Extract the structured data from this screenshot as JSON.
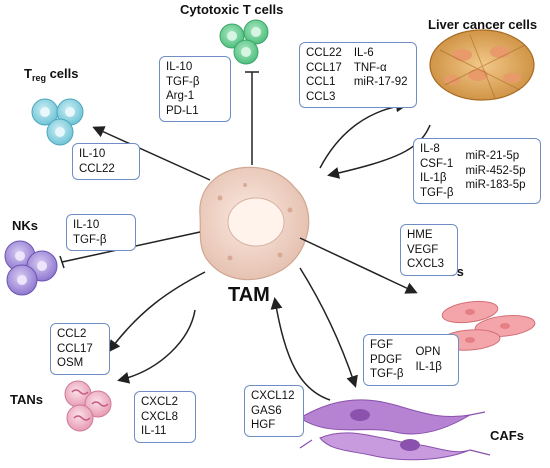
{
  "center": {
    "label": "TAM"
  },
  "populations": {
    "cytotoxic_t": "Cytotoxic T cells",
    "treg_main": "T",
    "treg_sub": "reg",
    "treg_suffix": " cells",
    "liver": "Liver cancer cells",
    "nks": "NKs",
    "lsecs": "LSECs",
    "tans": "TANs",
    "cafs": "CAFs"
  },
  "boxes": {
    "cytotoxic": [
      "IL-10",
      "TGF-β",
      "Arg-1",
      "PD-L1"
    ],
    "treg": [
      "IL-10",
      "CCL22"
    ],
    "liver_in": {
      "col1": [
        "CCL22",
        "CCL17",
        "CCL1",
        "CCL3"
      ],
      "col2": [
        "IL-6",
        "TNF-α",
        "miR-17-92"
      ]
    },
    "liver_out": {
      "col1": [
        "IL-8",
        "CSF-1",
        "IL-1β",
        "TGF-β"
      ],
      "col2": [
        "miR-21-5p",
        "miR-452-5p",
        "miR-183-5p"
      ]
    },
    "nk": [
      "IL-10",
      "TGF-β"
    ],
    "lsec": [
      "HME",
      "VEGF",
      "CXCL3"
    ],
    "tan_in": [
      "CCL2",
      "CCL17",
      "OSM"
    ],
    "tan_out": [
      "CXCL2",
      "CXCL8",
      "IL-11"
    ],
    "caf_out": {
      "col1": [
        "FGF",
        "PDGF",
        "TGF-β"
      ],
      "col2": [
        "OPN",
        "IL-1β"
      ]
    },
    "caf_in": [
      "CXCL12",
      "GAS6",
      "HGF"
    ]
  }
}
